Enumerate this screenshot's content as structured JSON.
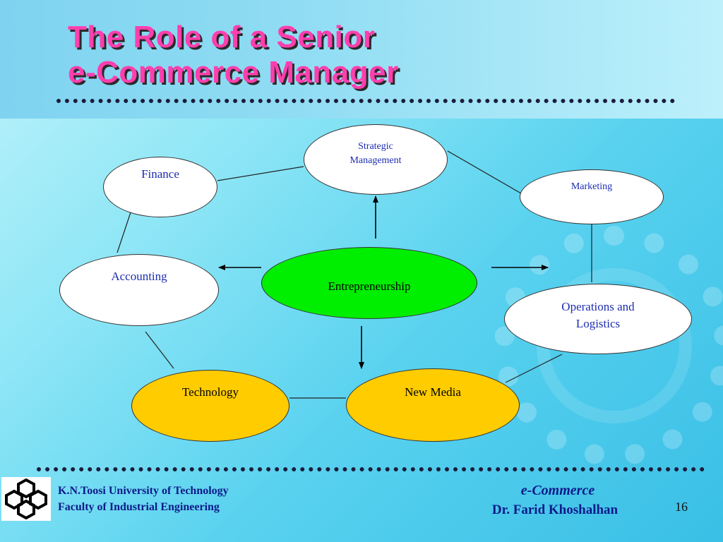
{
  "slide": {
    "title_line1": "The Role of a Senior",
    "title_line2": "e-Commerce Manager"
  },
  "nodes": {
    "strategic_line1": "Strategic",
    "strategic_line2": "Management",
    "finance": "Finance",
    "marketing": "Marketing",
    "accounting": "Accounting",
    "entrepreneurship": "Entrepreneurship",
    "operations_line1": "Operations and",
    "operations_line2": "Logistics",
    "technology": "Technology",
    "new_media": "New Media"
  },
  "footer": {
    "university": "K.N.Toosi University of Technology",
    "faculty": "Faculty of Industrial Engineering",
    "course": "e-Commerce",
    "author": "Dr. Farid Khoshalhan",
    "page_number": "16"
  },
  "colors": {
    "title": "#ff3fae",
    "node_white": "#ffffff",
    "node_green": "#00ee00",
    "node_gold": "#ffcc00",
    "node_text_blue": "#1d2db0",
    "footer_text": "#0d1a8a"
  }
}
